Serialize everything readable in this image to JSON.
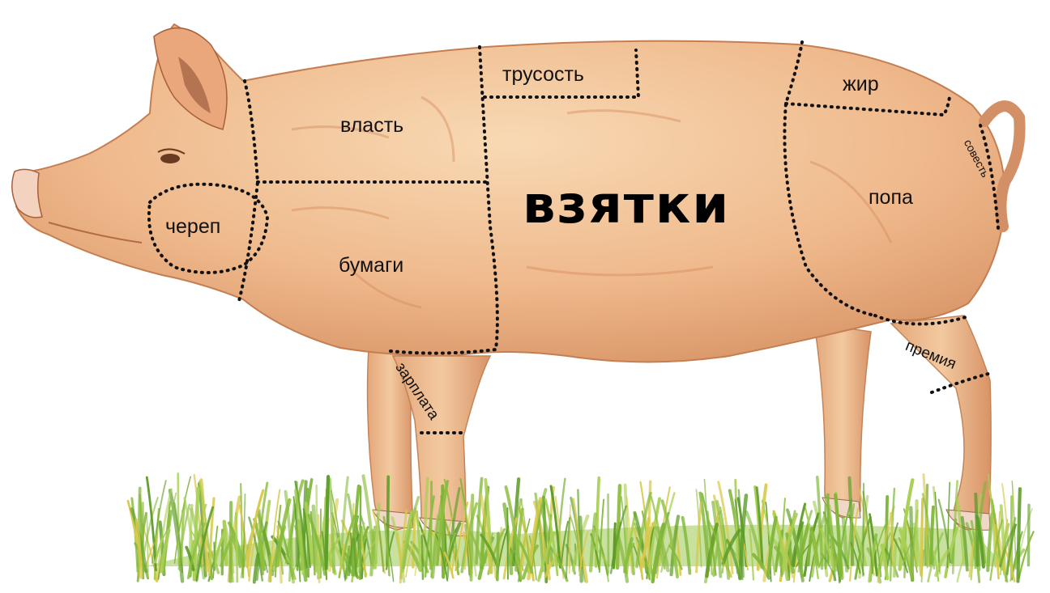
{
  "colors": {
    "body": "#efb98c",
    "body_light": "#f7d9b6",
    "body_shadow": "#d58f63",
    "grass": "#7fb63a",
    "grass_yellow": "#d8c94a",
    "dotted_line": "#111111"
  },
  "regions": {
    "skull": "череп",
    "power": "власть",
    "papers": "бумаги",
    "cowardice": "трусость",
    "bribes": "взятки",
    "fat": "жир",
    "butt": "попа",
    "conscience": "совесть",
    "salary": "зарплата",
    "bonus": "премия"
  }
}
